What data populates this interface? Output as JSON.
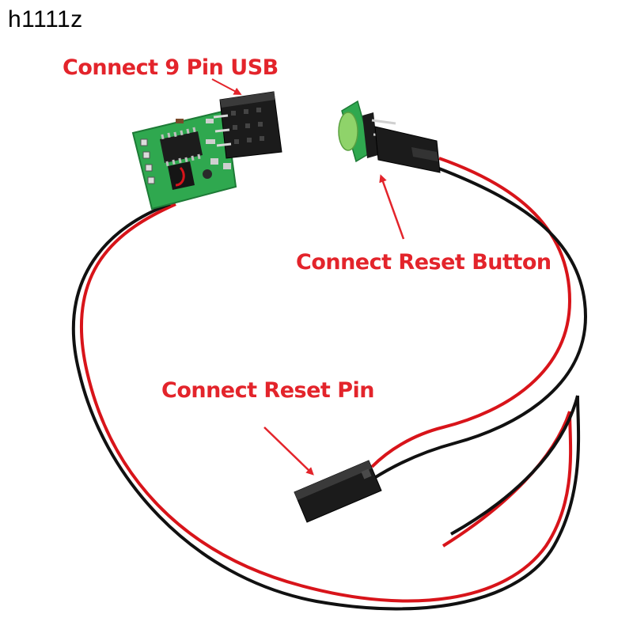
{
  "brand": {
    "watermark": "h1111z"
  },
  "callouts": {
    "usb_header": "Connect 9 Pin USB",
    "reset_button": "Connect Reset Button",
    "reset_pin": "Connect Reset Pin"
  },
  "colors": {
    "label_red": "#e3242b",
    "pcb_green": "#2fa84f",
    "wire_red": "#d8141a",
    "wire_black": "#111111",
    "connector_black": "#1b1b1b",
    "led_green": "#8fd36a"
  }
}
